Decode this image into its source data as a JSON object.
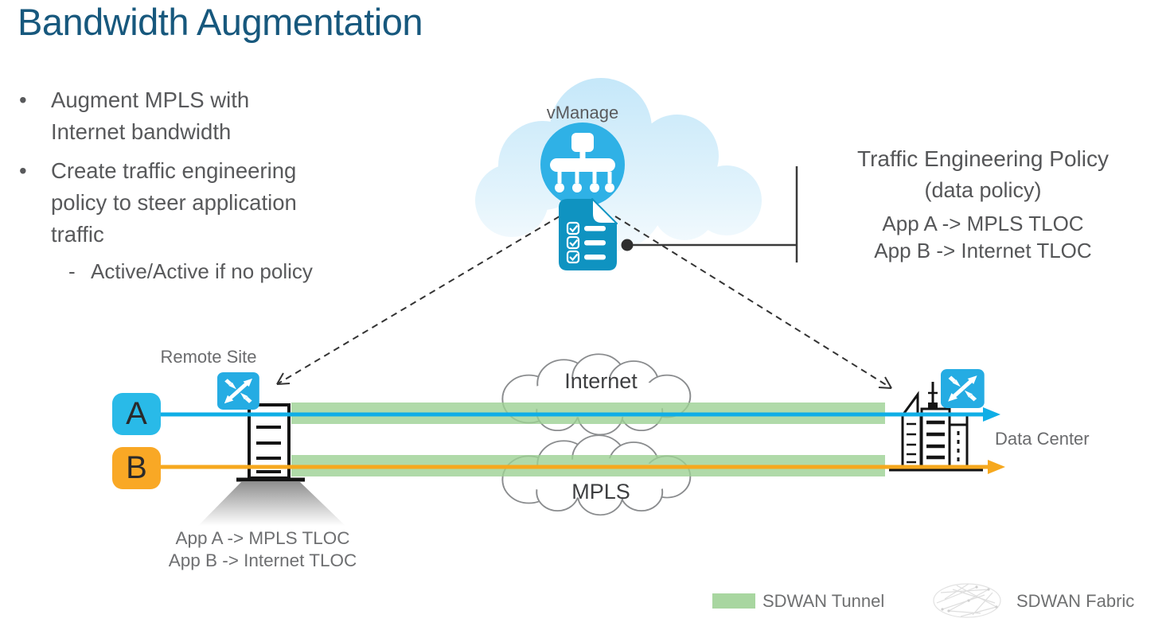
{
  "slide": {
    "title": "Bandwidth Augmentation"
  },
  "markers": {
    "bullet": "•",
    "dash": "-"
  },
  "bullets": {
    "item1": "Augment MPLS with\nInternet bandwidth",
    "item2": "Create traffic engineering\npolicy to steer application\ntraffic",
    "sub1": "Active/Active if no policy"
  },
  "vmanage": {
    "label": "vManage"
  },
  "policy_callout": {
    "title": "Traffic Engineering Policy",
    "subtitle": "(data policy)",
    "rule_a": "App A -> MPLS TLOC",
    "rule_b": "App B -> Internet TLOC"
  },
  "remote_site": {
    "label": "Remote Site",
    "badge_a": "A",
    "badge_b": "B",
    "policy_line1": "App A -> MPLS TLOC",
    "policy_line2": "App B -> Internet TLOC"
  },
  "clouds": {
    "internet": "Internet",
    "mpls": "MPLS"
  },
  "data_center": {
    "label": "Data Center"
  },
  "legend": {
    "tunnel": "SDWAN Tunnel",
    "fabric": "SDWAN Fabric"
  },
  "colors": {
    "title_blue": "#17587D",
    "body_gray": "#58595B",
    "label_gray": "#6A6B6D",
    "router_blue": "#25ACE3",
    "badge_cyan": "#29BAE8",
    "badge_orange": "#F9A825",
    "flow_blue": "#0FAEE6",
    "flow_orange": "#F6A81E",
    "tunnel_green": "#A8D6A0",
    "document_teal": "#0F93C1",
    "vmanage_circle_blue": "#2FB1E6",
    "cloud_fill_blue": "#C4E7F9"
  }
}
